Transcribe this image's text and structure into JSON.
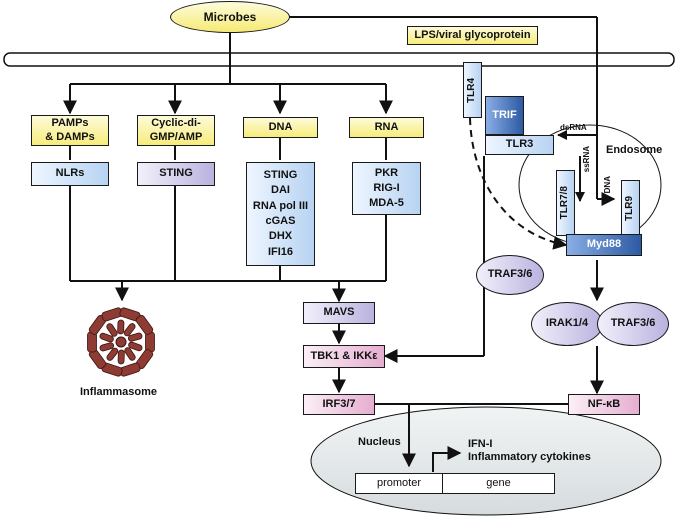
{
  "nodes": {
    "microbes": "Microbes",
    "lps": "LPS/viral glycoprotein",
    "pamps": "PAMPs\n& DAMPs",
    "cdn": "Cyclic-di-\nGMP/AMP",
    "dna": "DNA",
    "rna": "RNA",
    "nlrs": "NLRs",
    "sting": "STING",
    "dna_sensors": "STING\nDAI\nRNA pol III\ncGAS\nDHX\nIFI16",
    "rna_sensors": "PKR\nRIG-I\nMDA-5",
    "tlr4": "TLR4",
    "trif": "TRIF",
    "tlr3": "TLR3",
    "tlr78": "TLR7/8",
    "tlr9": "TLR9",
    "endosome": "Endosome",
    "dsrna": "dsRNA",
    "ssrna": "ssRNA",
    "dna_label": "DNA",
    "myd88": "Myd88",
    "traf36_a": "TRAF3/6",
    "irak": "IRAK1/4",
    "traf36_b": "TRAF3/6",
    "mavs": "MAVS",
    "tbk1": "TBK1 & IKKε",
    "irf37": "IRF3/7",
    "nfkb": "NF-κB",
    "inflammasome": "Inflammasome",
    "nucleus": "Nucleus",
    "ifn": "IFN-I\nInflammatory cytokines",
    "promoter": "promoter",
    "gene": "gene"
  },
  "colors": {
    "yellow_box": "#f7ec7c",
    "blue_box": "#b7d3f2",
    "lavender_box": "#b9b3df",
    "pink_box": "#e5aed0",
    "dark_blue_box": "#2d5aa3",
    "inflammasome": "#8e3b33",
    "nucleus": "#e4e9ea"
  }
}
